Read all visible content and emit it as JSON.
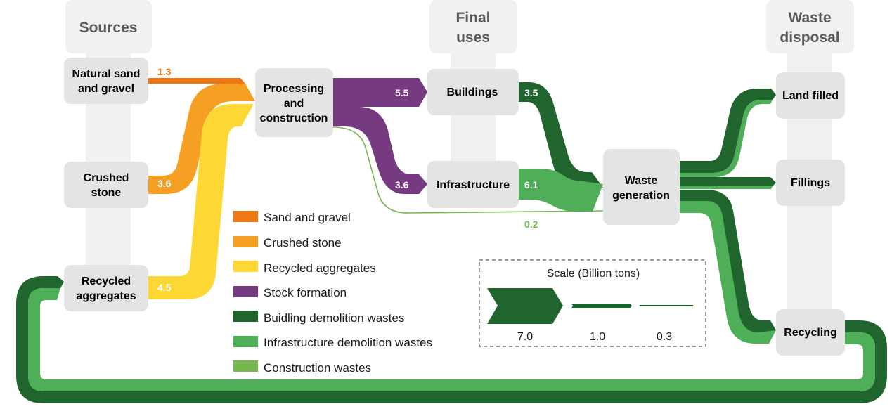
{
  "colors": {
    "sand_gravel": "#EE7716",
    "crushed_stone": "#F5A023",
    "recycled_aggregates": "#FDD835",
    "stock_formation": "#763A80",
    "building_demolition": "#20652E",
    "infrastructure_demolition": "#4FAE58",
    "construction_wastes": "#76B84E",
    "node_fill": "#E4E4E4",
    "column_fill": "#F1F1F1"
  },
  "columns": [
    {
      "id": "sources",
      "lines": [
        "Sources"
      ]
    },
    {
      "id": "final-uses",
      "lines": [
        "Final",
        "uses"
      ]
    },
    {
      "id": "waste-disposal",
      "lines": [
        "Waste",
        "disposal"
      ]
    }
  ],
  "nodes": [
    {
      "id": "natural-sand-gravel",
      "lines": [
        "Natural sand",
        "and gravel"
      ]
    },
    {
      "id": "crushed-stone",
      "lines": [
        "Crushed",
        "stone"
      ]
    },
    {
      "id": "recycled-aggregates",
      "lines": [
        "Recycled",
        "aggregates"
      ]
    },
    {
      "id": "processing-construction",
      "lines": [
        "Processing",
        "and",
        "construction"
      ]
    },
    {
      "id": "buildings",
      "lines": [
        "Buildings"
      ]
    },
    {
      "id": "infrastructure",
      "lines": [
        "Infrastructure"
      ]
    },
    {
      "id": "waste-generation",
      "lines": [
        "Waste",
        "generation"
      ]
    },
    {
      "id": "land-filled",
      "lines": [
        "Land filled"
      ]
    },
    {
      "id": "fillings",
      "lines": [
        "Fillings"
      ]
    },
    {
      "id": "recycling",
      "lines": [
        "Recycling"
      ]
    }
  ],
  "flows": [
    {
      "from": "Natural sand and gravel",
      "to": "Processing and construction",
      "value": 1.3,
      "label": "1.3",
      "category": "Sand and gravel"
    },
    {
      "from": "Crushed stone",
      "to": "Processing and construction",
      "value": 3.6,
      "label": "3.6",
      "category": "Crushed stone"
    },
    {
      "from": "Recycled aggregates",
      "to": "Processing and construction",
      "value": 4.5,
      "label": "4.5",
      "category": "Recycled aggregates"
    },
    {
      "from": "Processing and construction",
      "to": "Buildings",
      "value": 5.5,
      "label": "5.5",
      "category": "Stock formation"
    },
    {
      "from": "Processing and construction",
      "to": "Infrastructure",
      "value": 3.6,
      "label": "3.6",
      "category": "Stock formation"
    },
    {
      "from": "Buildings",
      "to": "Waste generation",
      "value": 3.5,
      "label": "3.5",
      "category": "Buidling demolition wastes"
    },
    {
      "from": "Infrastructure",
      "to": "Waste generation",
      "value": 6.1,
      "label": "6.1",
      "category": "Infrastructure demolition wastes"
    },
    {
      "from": "Processing and construction",
      "to": "Waste generation",
      "value": 0.2,
      "label": "0.2",
      "category": "Construction wastes"
    },
    {
      "from": "Waste generation",
      "to": "Land filled",
      "category": "Buidling + Infrastructure demolition wastes"
    },
    {
      "from": "Waste generation",
      "to": "Fillings",
      "category": "Buidling + Infrastructure demolition wastes"
    },
    {
      "from": "Waste generation",
      "to": "Recycling",
      "category": "Buidling + Infrastructure demolition wastes"
    },
    {
      "from": "Recycling",
      "to": "Recycled aggregates",
      "category": "Buidling + Infrastructure demolition wastes"
    }
  ],
  "legend": [
    {
      "label": "Sand and gravel",
      "color": "#EE7716"
    },
    {
      "label": "Crushed stone",
      "color": "#F5A023"
    },
    {
      "label": "Recycled aggregates",
      "color": "#FDD835"
    },
    {
      "label": "Stock formation",
      "color": "#763A80"
    },
    {
      "label": "Buidling demolition wastes",
      "color": "#20652E"
    },
    {
      "label": "Infrastructure demolition wastes",
      "color": "#4FAE58"
    },
    {
      "label": "Construction wastes",
      "color": "#76B84E"
    }
  ],
  "scale": {
    "title": "Scale (Billion tons)",
    "items": [
      {
        "label": "7.0",
        "value": 7.0
      },
      {
        "label": "1.0",
        "value": 1.0
      },
      {
        "label": "0.3",
        "value": 0.3
      }
    ]
  }
}
